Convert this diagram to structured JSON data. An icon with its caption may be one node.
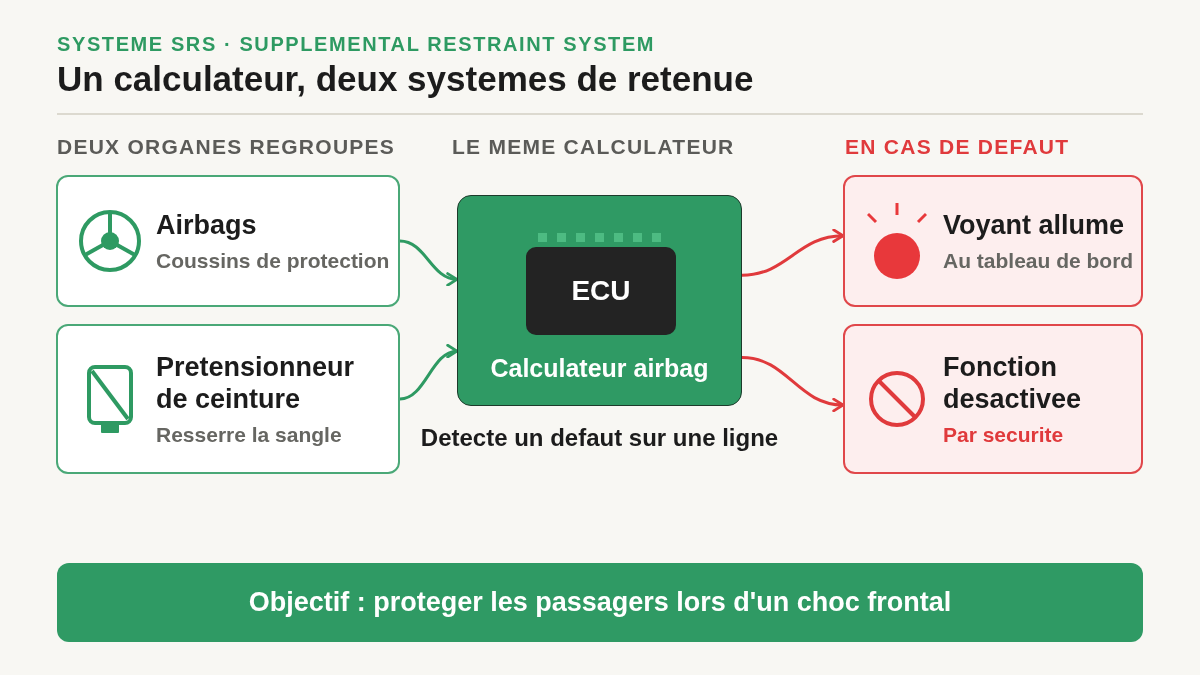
{
  "diagram": {
    "title": "Un calculateur, deux systemes de retenue",
    "nodes": [
      {
        "text": [
          "Airbags",
          "Coussins de protection"
        ]
      },
      {
        "text": [
          "Pretensionneur de ceinture",
          "Resserre la sangle"
        ]
      },
      {
        "text": [
          "Calculateur airbag"
        ],
        "beside": [
          "Detecte un defaut sur une ligne"
        ]
      },
      {
        "text": [
          "ECU"
        ],
        "in": 2
      },
      {
        "text": [
          "Voyant allume",
          "Au tableau de bord"
        ]
      },
      {
        "text": [
          "Fonction desactivee",
          "Par securite"
        ]
      },
      {
        "text": [
          "Objectif : proteger les passagers lors d'un choc frontal"
        ]
      }
    ],
    "edges": [
      {
        "from": 0,
        "to": 2,
        "arrow": "to",
        "color": "#2e9a62"
      },
      {
        "from": 1,
        "to": 2,
        "arrow": "to",
        "color": "#2e9a62"
      },
      {
        "from": 2,
        "to": 4,
        "arrow": "to",
        "color": "#e03a3c"
      },
      {
        "from": 2,
        "to": 5,
        "arrow": "to",
        "color": "#e03a3c"
      }
    ],
    "labels": [
      "SYSTEME SRS · SUPPLEMENTAL RESTRAINT SYSTEM",
      "DEUX ORGANES REGROUPES",
      "LE MEME CALCULATEUR",
      "EN CAS DE DEFAUT"
    ]
  }
}
